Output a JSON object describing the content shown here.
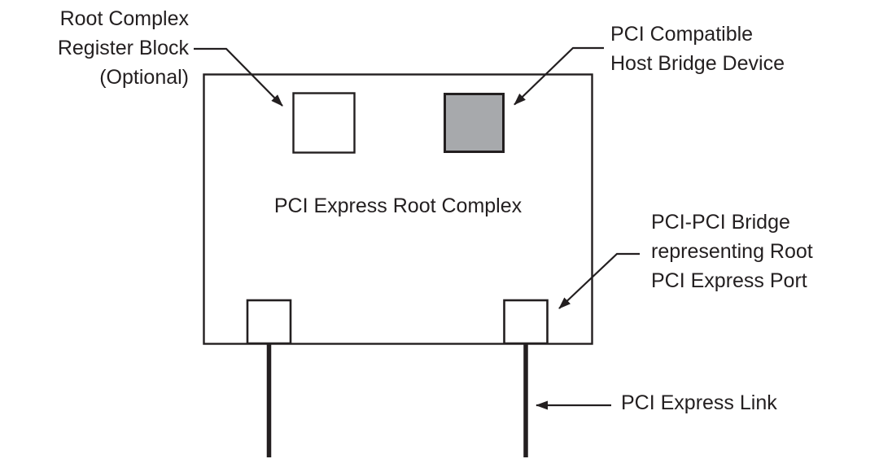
{
  "diagram": {
    "title": "PCI Express Root Complex",
    "labels": {
      "rcrb": {
        "lines": [
          "Root Complex",
          "Register Block",
          "(Optional)"
        ]
      },
      "host_bridge": {
        "lines": [
          "PCI Compatible",
          "Host Bridge Device"
        ]
      },
      "root_port": {
        "lines": [
          "PCI-PCI Bridge",
          "representing Root",
          "PCI Express Port"
        ]
      },
      "link": {
        "lines": [
          "PCI Express Link"
        ]
      }
    },
    "colors": {
      "line": "#231f20",
      "host_bridge_fill": "#a7a9ac",
      "background": "#ffffff"
    }
  }
}
